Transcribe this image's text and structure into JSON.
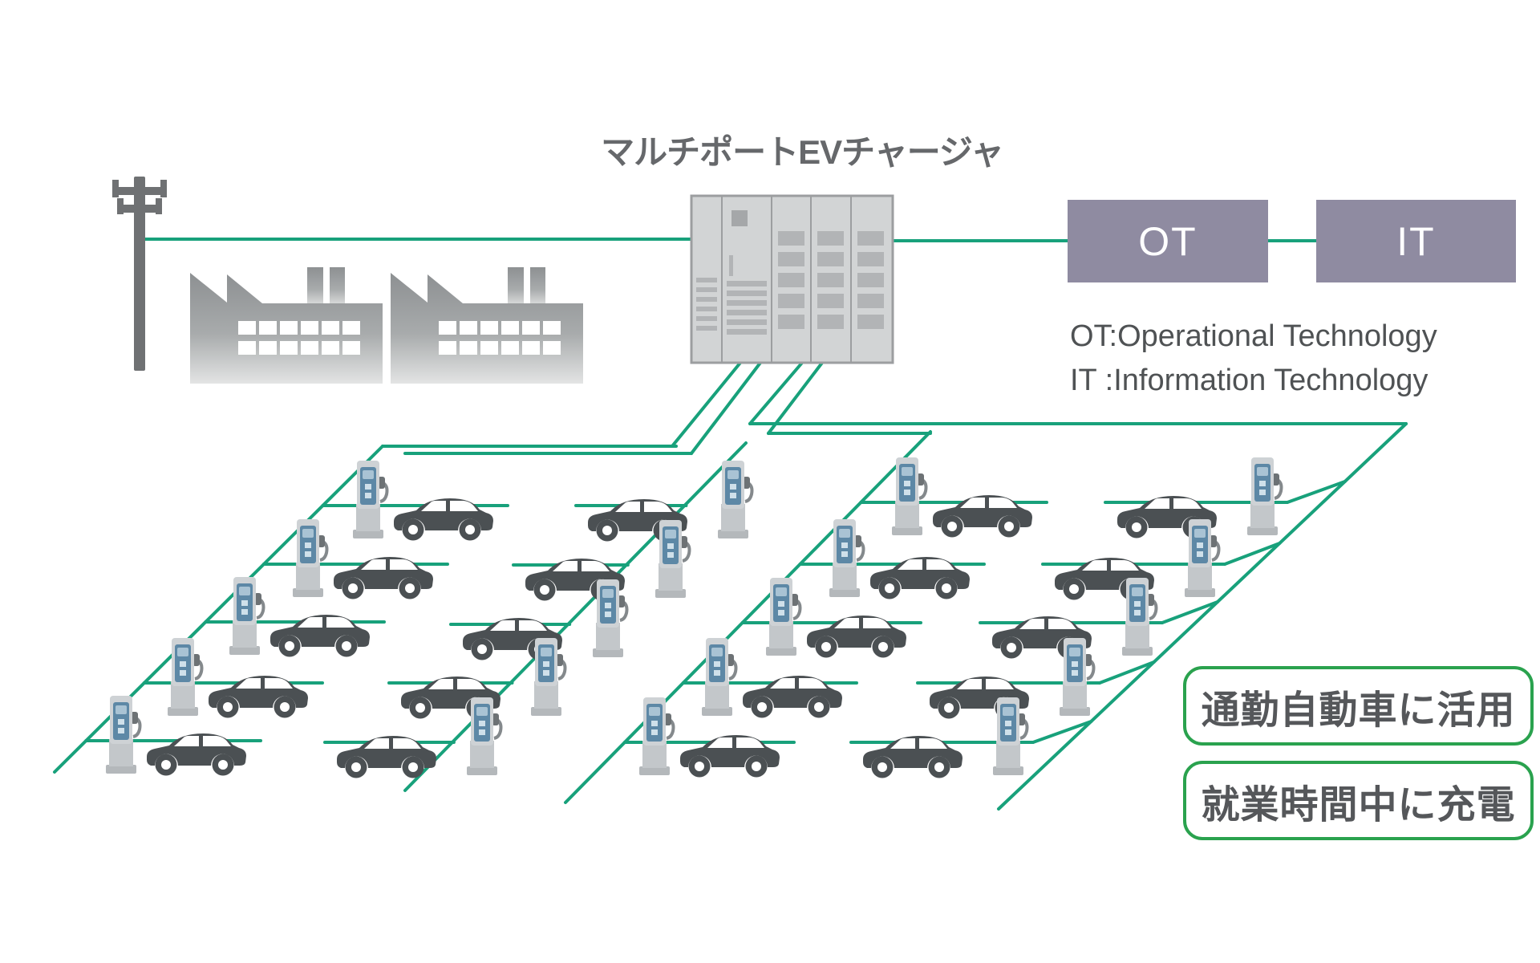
{
  "title": "マルチポートEVチャージャ",
  "ot_box": {
    "label": "OT"
  },
  "it_box": {
    "label": "IT"
  },
  "legend": {
    "line1": "OT:Operational Technology",
    "line2": "IT :Information Technology"
  },
  "notes": {
    "note1": "通勤自動車に活用",
    "note2": "就業時間中に充電"
  },
  "colors": {
    "wire_green": "#18a17b",
    "note_border_green": "#2aa24e",
    "sys_box_purple": "#8f8ba1",
    "car_gray": "#4b5053",
    "charger_body": "#ced2d5",
    "charger_panel": "#5d88a6",
    "factory_gray": "#8d9092",
    "pole_gray": "#6f7173",
    "text_gray": "#4f5254"
  },
  "scene": {
    "wires": [
      [
        175,
        298,
        862,
        298
      ],
      [
        1113,
        300,
        1331,
        300
      ],
      [
        1581,
        300,
        1641,
        300
      ]
    ],
    "feeders": [
      [
        923,
        452,
        838,
        556
      ],
      [
        948,
        452,
        862,
        565
      ],
      [
        477,
        556,
        843,
        556
      ],
      [
        505,
        565,
        862,
        565
      ],
      [
        1000,
        452,
        935,
        528
      ],
      [
        1025,
        452,
        958,
        540
      ],
      [
        935,
        528,
        1753,
        528
      ],
      [
        958,
        540,
        1160,
        540
      ]
    ],
    "aisles": [
      {
        "id": "A",
        "car_side": "right",
        "rail": [
          477,
          556,
          68,
          962
        ],
        "chargers": [
          [
            438,
            572
          ],
          [
            363,
            645
          ],
          [
            284,
            717
          ],
          [
            207,
            793
          ],
          [
            130,
            865
          ]
        ]
      },
      {
        "id": "B",
        "car_side": "left",
        "rail": [
          930,
          552,
          505,
          985
        ],
        "chargers": [
          [
            893,
            572
          ],
          [
            815,
            646
          ],
          [
            737,
            720
          ],
          [
            660,
            793
          ],
          [
            580,
            867
          ]
        ]
      },
      {
        "id": "C",
        "car_side": "right",
        "rail": [
          1160,
          538,
          705,
          1000
        ],
        "chargers": [
          [
            1110,
            568
          ],
          [
            1032,
            645
          ],
          [
            953,
            718
          ],
          [
            873,
            793
          ],
          [
            795,
            867
          ]
        ]
      },
      {
        "id": "D",
        "car_side": "left",
        "rail_offset": true,
        "rail": [
          1753,
          528,
          1245,
          1008
        ],
        "chargers": [
          [
            1553,
            568
          ],
          [
            1475,
            645
          ],
          [
            1397,
            718
          ],
          [
            1319,
            793
          ],
          [
            1236,
            867
          ]
        ]
      }
    ]
  }
}
